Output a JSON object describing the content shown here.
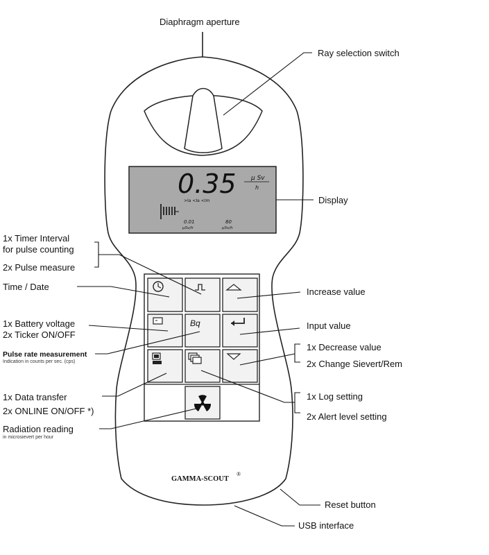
{
  "labels": {
    "diaphragm_aperture": "Diaphragm aperture",
    "ray_selection_switch": "Ray selection switch",
    "display": "Display",
    "timer_interval_l1": "1x Timer Interval",
    "timer_interval_l2": "for pulse counting",
    "pulse_measure": "2x Pulse measure",
    "time_date": "Time / Date",
    "increase_value": "Increase value",
    "battery_voltage": "1x Battery voltage",
    "ticker_onoff": "2x Ticker ON/OFF",
    "input_value": "Input value",
    "decrease_value": "1x Decrease value",
    "change_sievert": "2x Change Sievert/Rem",
    "pulse_rate_title": "Pulse rate measurement",
    "pulse_rate_sub": "Indication in counts per sec. (cps)",
    "data_transfer": "1x Data transfer",
    "online_onoff": "2x ONLINE ON/OFF *)",
    "log_setting": "1x Log setting",
    "alert_level": "2x Alert level setting",
    "radiation_reading": "Radiation reading",
    "radiation_sub": "in microsievert per hour",
    "reset_button": "Reset button",
    "usb_interface": "USB interface"
  },
  "device": {
    "brand": "GAMMA-SCOUT",
    "registered": "®",
    "display": {
      "reading": "0.35",
      "unit_top": "µ Sv",
      "unit_bottom": "h",
      "indicators": ">Ia  <Ia  <Im",
      "scale_left": "0.01",
      "scale_left_unit": "µSv/h",
      "scale_right": "80",
      "scale_right_unit": "µSv/h"
    },
    "keys": [
      {
        "id": "clock",
        "icon": "clock-icon"
      },
      {
        "id": "pulse",
        "icon": "pulse-icon"
      },
      {
        "id": "up",
        "icon": "triangle-up-icon"
      },
      {
        "id": "battery",
        "icon": "battery-icon"
      },
      {
        "id": "bq",
        "icon": "bq-text-icon",
        "text": "Bq"
      },
      {
        "id": "enter",
        "icon": "enter-arrow-icon"
      },
      {
        "id": "data",
        "icon": "data-transfer-icon"
      },
      {
        "id": "log",
        "icon": "log-icon"
      },
      {
        "id": "down",
        "icon": "triangle-down-icon"
      },
      {
        "id": "radiation",
        "icon": "radiation-icon"
      }
    ]
  },
  "colors": {
    "outline": "#222222",
    "lcd": "#a9a9a9",
    "key_fill": "#f2f2f2"
  }
}
